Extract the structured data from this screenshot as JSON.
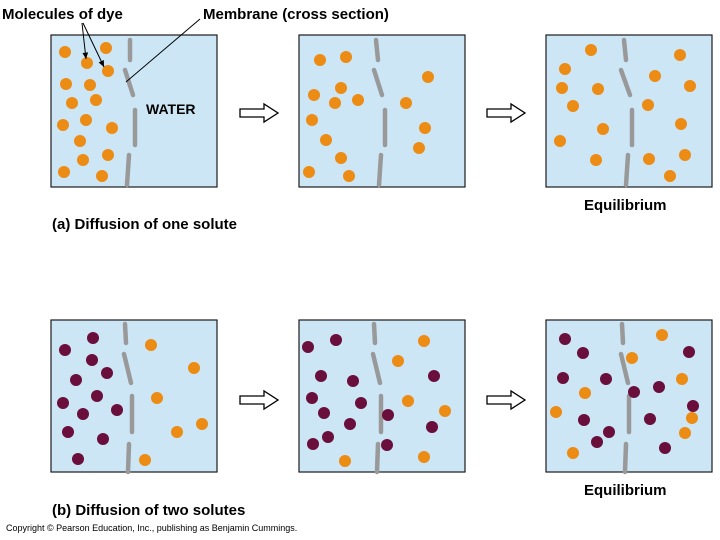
{
  "labels": {
    "molecules": "Molecules of dye",
    "membrane": "Membrane (cross section)",
    "water": "WATER",
    "part_a": "(a) Diffusion of one solute",
    "part_b": "(b) Diffusion of two solutes",
    "equilibrium": "Equilibrium",
    "copyright": "Copyright © Pearson Education, Inc., publishing as Benjamin Cummings."
  },
  "colors": {
    "water": "#cce6f6",
    "box_border": "#1c1c1c",
    "membrane": "#999999",
    "dye_orange": "#ec8c14",
    "dye_purple": "#6a0e3c"
  }
}
